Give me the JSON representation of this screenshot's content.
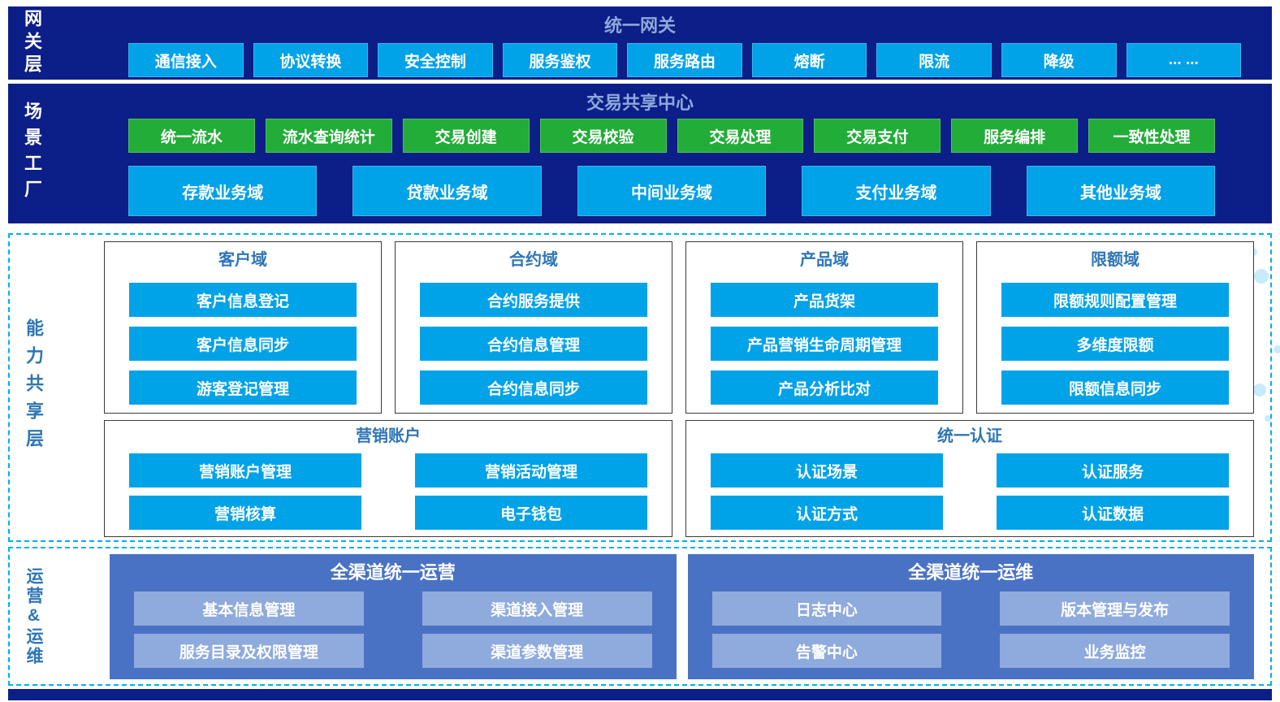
{
  "colors": {
    "navy": "#0c1e87",
    "cyan_box": "#00a2e8",
    "green_box": "#22ac38",
    "layer_title_text": "#8ea9db",
    "group_title_text": "#2e75b6",
    "panel_blue": "#4a72c4",
    "panel_item_blue": "#8faadc",
    "dashed_border": "#00b0f0"
  },
  "gateway": {
    "layer_label": "网关层",
    "title": "统一网关",
    "items": [
      "通信接入",
      "协议转换",
      "安全控制",
      "服务鉴权",
      "服务路由",
      "熔断",
      "限流",
      "降级",
      "... ..."
    ]
  },
  "scenario": {
    "layer_label": "场景工厂",
    "title": "交易共享中心",
    "services": [
      "统一流水",
      "流水查询统计",
      "交易创建",
      "交易校验",
      "交易处理",
      "交易支付",
      "服务编排",
      "一致性处理"
    ],
    "domains": [
      "存款业务域",
      "贷款业务域",
      "中间业务域",
      "支付业务域",
      "其他业务域"
    ]
  },
  "capability": {
    "layer_label": "能力共享层",
    "groups": [
      {
        "title": "客户域",
        "items": [
          "客户信息登记",
          "客户信息同步",
          "游客登记管理"
        ]
      },
      {
        "title": "合约域",
        "items": [
          "合约服务提供",
          "合约信息管理",
          "合约信息同步"
        ]
      },
      {
        "title": "产品域",
        "items": [
          "产品货架",
          "产品营销生命周期管理",
          "产品分析比对"
        ]
      },
      {
        "title": "限额域",
        "items": [
          "限额规则配置管理",
          "多维度限额",
          "限额信息同步"
        ]
      }
    ],
    "wide_groups": [
      {
        "title": "营销账户",
        "items": [
          "营销账户管理",
          "营销活动管理",
          "营销核算",
          "电子钱包"
        ]
      },
      {
        "title": "统一认证",
        "items": [
          "认证场景",
          "认证服务",
          "认证方式",
          "认证数据"
        ]
      }
    ]
  },
  "ops": {
    "layer_label": "运营&运维",
    "panels": [
      {
        "title": "全渠道统一运营",
        "items": [
          "基本信息管理",
          "渠道接入管理",
          "服务目录及权限管理",
          "渠道参数管理"
        ]
      },
      {
        "title": "全渠道统一运维",
        "items": [
          "日志中心",
          "版本管理与发布",
          "告警中心",
          "业务监控"
        ]
      }
    ]
  }
}
